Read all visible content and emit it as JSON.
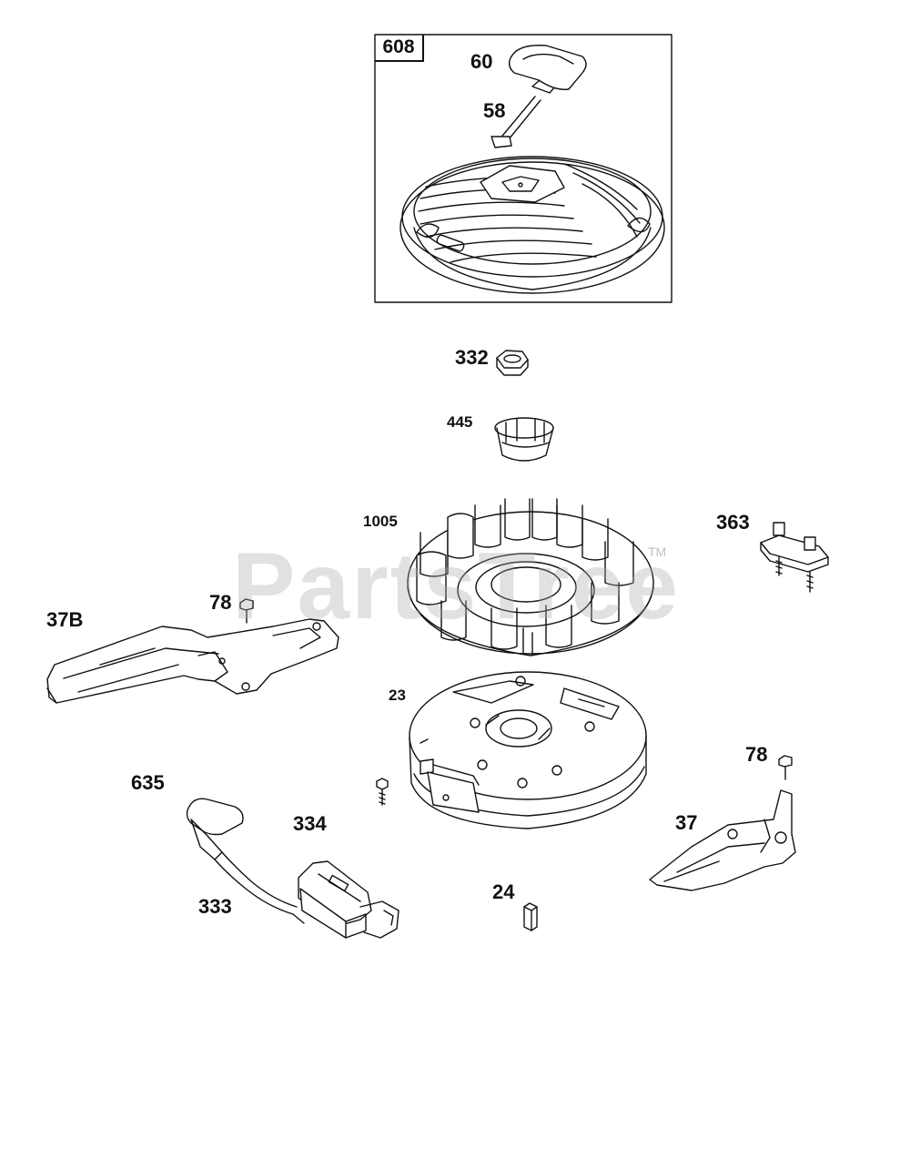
{
  "watermark": {
    "brand": "PartsTree",
    "tm": "TM"
  },
  "assembly_box": {
    "label": "608"
  },
  "labels": {
    "p60": "60",
    "p58": "58",
    "p332": "332",
    "p445": "445",
    "p1005": "1005",
    "p363": "363",
    "p78_left": "78",
    "p37B": "37B",
    "p23": "23",
    "p78_right": "78",
    "p635": "635",
    "p334": "334",
    "p37": "37",
    "p333": "333",
    "p24": "24"
  },
  "colors": {
    "line": "#111111",
    "watermark": "#aaaaaa"
  }
}
